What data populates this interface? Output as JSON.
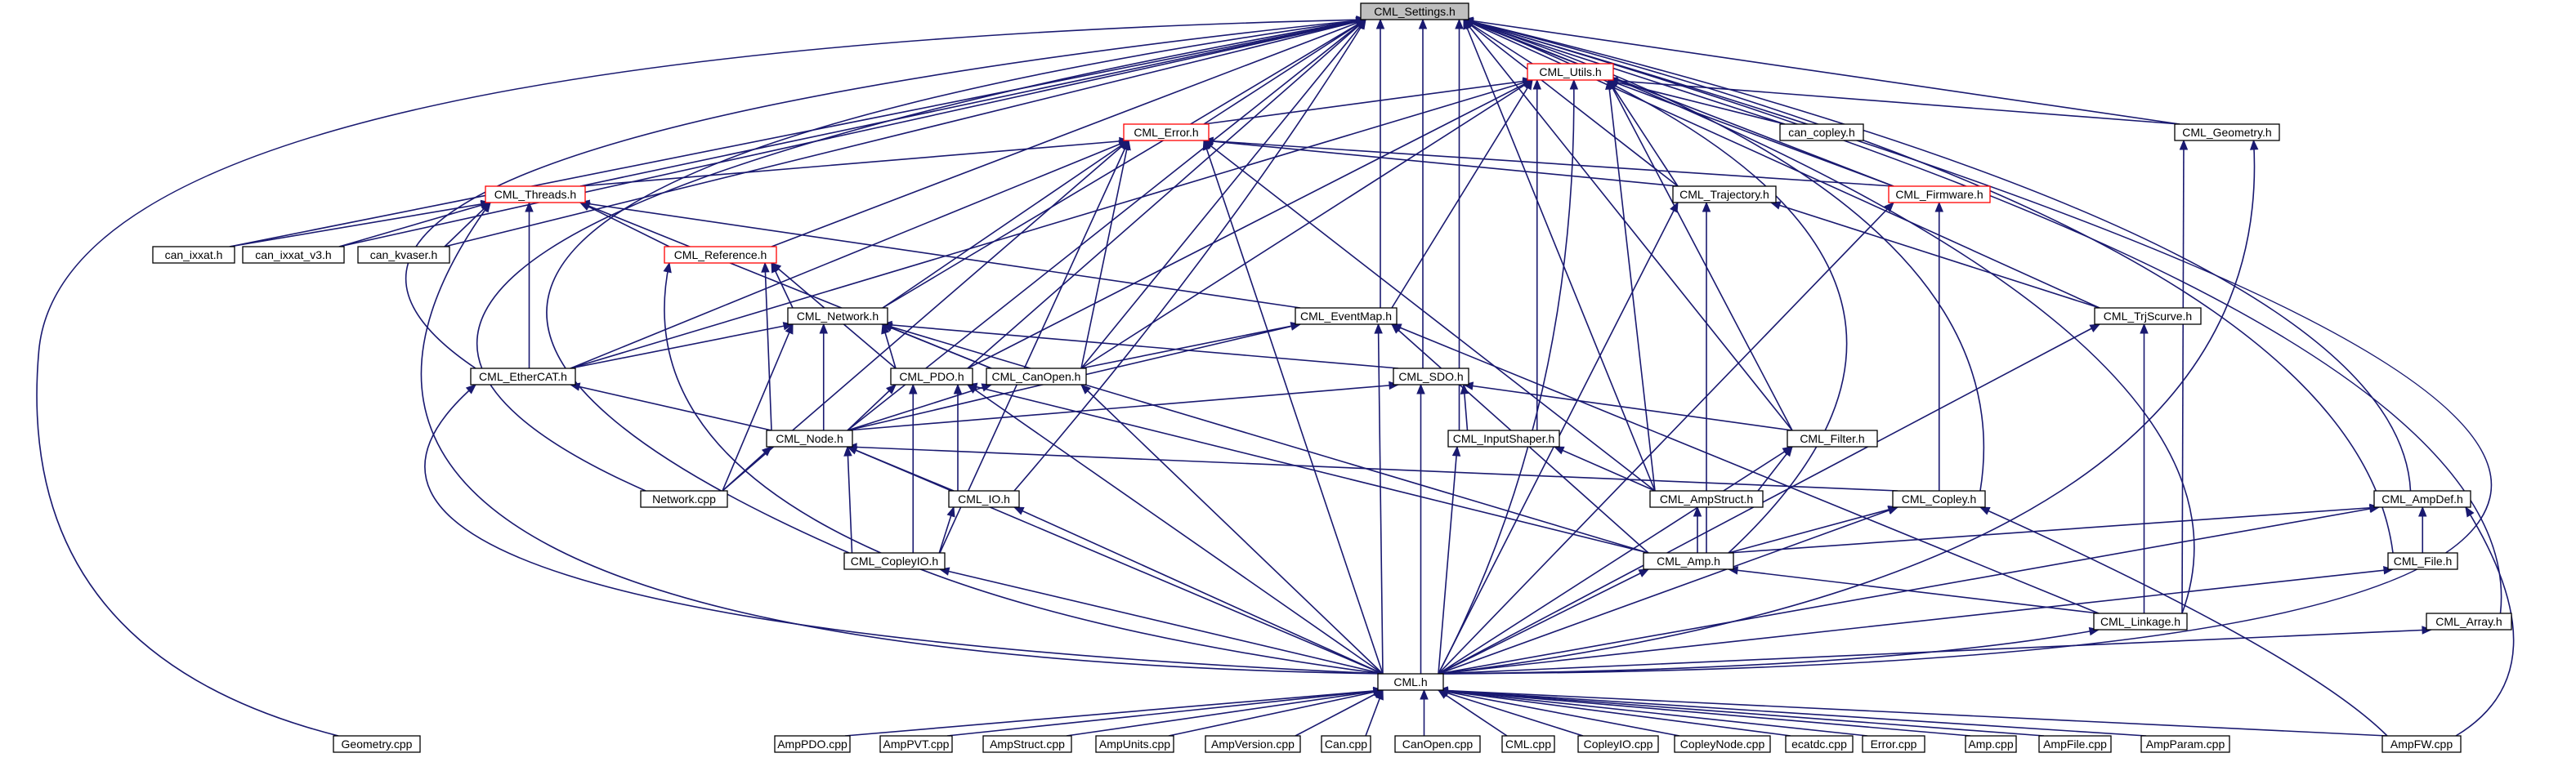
{
  "diagram": {
    "nodes": [
      {
        "id": "settings",
        "label": "CML_Settings.h",
        "style": "root"
      },
      {
        "id": "utils",
        "label": "CML_Utils.h",
        "style": "missing"
      },
      {
        "id": "error",
        "label": "CML_Error.h",
        "style": "missing"
      },
      {
        "id": "cancopley",
        "label": "can_copley.h",
        "style": "normal"
      },
      {
        "id": "geometry",
        "label": "CML_Geometry.h",
        "style": "normal"
      },
      {
        "id": "threads",
        "label": "CML_Threads.h",
        "style": "missing"
      },
      {
        "id": "trajectory",
        "label": "CML_Trajectory.h",
        "style": "normal"
      },
      {
        "id": "firmware",
        "label": "CML_Firmware.h",
        "style": "missing"
      },
      {
        "id": "canixxat",
        "label": "can_ixxat.h",
        "style": "normal"
      },
      {
        "id": "canixxatv3",
        "label": "can_ixxat_v3.h",
        "style": "normal"
      },
      {
        "id": "cankvaser",
        "label": "can_kvaser.h",
        "style": "normal"
      },
      {
        "id": "reference",
        "label": "CML_Reference.h",
        "style": "missing"
      },
      {
        "id": "network",
        "label": "CML_Network.h",
        "style": "normal"
      },
      {
        "id": "eventmap",
        "label": "CML_EventMap.h",
        "style": "normal"
      },
      {
        "id": "trjscurve",
        "label": "CML_TrjScurve.h",
        "style": "normal"
      },
      {
        "id": "ethercat",
        "label": "CML_EtherCAT.h",
        "style": "normal"
      },
      {
        "id": "pdo",
        "label": "CML_PDO.h",
        "style": "normal"
      },
      {
        "id": "canopen",
        "label": "CML_CanOpen.h",
        "style": "normal"
      },
      {
        "id": "sdo",
        "label": "CML_SDO.h",
        "style": "normal"
      },
      {
        "id": "node",
        "label": "CML_Node.h",
        "style": "normal"
      },
      {
        "id": "inputshaper",
        "label": "CML_InputShaper.h",
        "style": "normal"
      },
      {
        "id": "filter",
        "label": "CML_Filter.h",
        "style": "normal"
      },
      {
        "id": "networkcpp",
        "label": "Network.cpp",
        "style": "normal"
      },
      {
        "id": "io",
        "label": "CML_IO.h",
        "style": "normal"
      },
      {
        "id": "ampstruct",
        "label": "CML_AmpStruct.h",
        "style": "normal"
      },
      {
        "id": "copley",
        "label": "CML_Copley.h",
        "style": "normal"
      },
      {
        "id": "ampdef",
        "label": "CML_AmpDef.h",
        "style": "normal"
      },
      {
        "id": "copleyio",
        "label": "CML_CopleyIO.h",
        "style": "normal"
      },
      {
        "id": "amp",
        "label": "CML_Amp.h",
        "style": "normal"
      },
      {
        "id": "file",
        "label": "CML_File.h",
        "style": "normal"
      },
      {
        "id": "linkage",
        "label": "CML_Linkage.h",
        "style": "normal"
      },
      {
        "id": "array",
        "label": "CML_Array.h",
        "style": "normal"
      },
      {
        "id": "cml",
        "label": "CML.h",
        "style": "normal"
      },
      {
        "id": "geometrycpp",
        "label": "Geometry.cpp",
        "style": "normal"
      },
      {
        "id": "amppdocpp",
        "label": "AmpPDO.cpp",
        "style": "normal"
      },
      {
        "id": "amppvtcpp",
        "label": "AmpPVT.cpp",
        "style": "normal"
      },
      {
        "id": "ampstructcpp",
        "label": "AmpStruct.cpp",
        "style": "normal"
      },
      {
        "id": "ampunitscpp",
        "label": "AmpUnits.cpp",
        "style": "normal"
      },
      {
        "id": "ampversioncpp",
        "label": "AmpVersion.cpp",
        "style": "normal"
      },
      {
        "id": "cancpp",
        "label": "Can.cpp",
        "style": "normal"
      },
      {
        "id": "canopencpp",
        "label": "CanOpen.cpp",
        "style": "normal"
      },
      {
        "id": "cmlcpp",
        "label": "CML.cpp",
        "style": "normal"
      },
      {
        "id": "copleyiocpp",
        "label": "CopleyIO.cpp",
        "style": "normal"
      },
      {
        "id": "copleynodecpp",
        "label": "CopleyNode.cpp",
        "style": "normal"
      },
      {
        "id": "ecatdccpp",
        "label": "ecatdc.cpp",
        "style": "normal"
      },
      {
        "id": "errorcpp",
        "label": "Error.cpp",
        "style": "normal"
      },
      {
        "id": "ampcpp",
        "label": "Amp.cpp",
        "style": "normal"
      },
      {
        "id": "ampfilecpp",
        "label": "AmpFile.cpp",
        "style": "normal"
      },
      {
        "id": "ampparamcpp",
        "label": "AmpParam.cpp",
        "style": "normal"
      },
      {
        "id": "ampfwcpp",
        "label": "AmpFW.cpp",
        "style": "normal"
      }
    ],
    "edges": [
      [
        "utils",
        "settings"
      ],
      [
        "error",
        "settings"
      ],
      [
        "cancopley",
        "settings"
      ],
      [
        "geometry",
        "settings"
      ],
      [
        "threads",
        "settings"
      ],
      [
        "trajectory",
        "settings"
      ],
      [
        "firmware",
        "settings"
      ],
      [
        "canixxat",
        "settings"
      ],
      [
        "canixxatv3",
        "settings"
      ],
      [
        "cankvaser",
        "settings"
      ],
      [
        "reference",
        "settings"
      ],
      [
        "network",
        "settings"
      ],
      [
        "eventmap",
        "settings"
      ],
      [
        "trjscurve",
        "settings"
      ],
      [
        "ethercat",
        "settings"
      ],
      [
        "pdo",
        "settings"
      ],
      [
        "canopen",
        "settings"
      ],
      [
        "sdo",
        "settings"
      ],
      [
        "node",
        "settings"
      ],
      [
        "inputshaper",
        "settings"
      ],
      [
        "filter",
        "settings"
      ],
      [
        "networkcpp",
        "settings"
      ],
      [
        "io",
        "settings"
      ],
      [
        "ampstruct",
        "settings"
      ],
      [
        "copley",
        "settings"
      ],
      [
        "ampdef",
        "settings"
      ],
      [
        "copleyio",
        "settings"
      ],
      [
        "amp",
        "settings"
      ],
      [
        "file",
        "settings"
      ],
      [
        "linkage",
        "settings"
      ],
      [
        "array",
        "settings"
      ],
      [
        "cml",
        "settings"
      ],
      [
        "geometrycpp",
        "settings"
      ],
      [
        "error",
        "utils"
      ],
      [
        "cancopley",
        "utils"
      ],
      [
        "geometry",
        "utils"
      ],
      [
        "trajectory",
        "utils"
      ],
      [
        "firmware",
        "utils"
      ],
      [
        "eventmap",
        "utils"
      ],
      [
        "ethercat",
        "utils"
      ],
      [
        "pdo",
        "utils"
      ],
      [
        "canopen",
        "utils"
      ],
      [
        "inputshaper",
        "utils"
      ],
      [
        "filter",
        "utils"
      ],
      [
        "ampstruct",
        "utils"
      ],
      [
        "cml",
        "utils"
      ],
      [
        "threads",
        "error"
      ],
      [
        "trajectory",
        "error"
      ],
      [
        "firmware",
        "error"
      ],
      [
        "network",
        "error"
      ],
      [
        "ethercat",
        "error"
      ],
      [
        "canopen",
        "error"
      ],
      [
        "networkcpp",
        "error"
      ],
      [
        "copleyio",
        "error"
      ],
      [
        "ampstruct",
        "error"
      ],
      [
        "cml",
        "error"
      ],
      [
        "canixxat",
        "threads"
      ],
      [
        "canixxatv3",
        "threads"
      ],
      [
        "cankvaser",
        "threads"
      ],
      [
        "reference",
        "threads"
      ],
      [
        "eventmap",
        "threads"
      ],
      [
        "ethercat",
        "threads"
      ],
      [
        "canopen",
        "threads"
      ],
      [
        "cml",
        "threads"
      ],
      [
        "trjscurve",
        "trajectory"
      ],
      [
        "amp",
        "trajectory"
      ],
      [
        "cml",
        "trajectory"
      ],
      [
        "copley",
        "firmware"
      ],
      [
        "cml",
        "firmware"
      ],
      [
        "linkage",
        "geometry"
      ],
      [
        "cml",
        "geometry"
      ],
      [
        "network",
        "reference"
      ],
      [
        "node",
        "reference"
      ],
      [
        "pdo",
        "reference"
      ],
      [
        "cml",
        "reference"
      ],
      [
        "ethercat",
        "network"
      ],
      [
        "pdo",
        "network"
      ],
      [
        "canopen",
        "network"
      ],
      [
        "sdo",
        "network"
      ],
      [
        "node",
        "network"
      ],
      [
        "networkcpp",
        "network"
      ],
      [
        "amp",
        "network"
      ],
      [
        "canopen",
        "eventmap"
      ],
      [
        "node",
        "eventmap"
      ],
      [
        "amp",
        "eventmap"
      ],
      [
        "linkage",
        "eventmap"
      ],
      [
        "cml",
        "eventmap"
      ],
      [
        "linkage",
        "trjscurve"
      ],
      [
        "cml",
        "trjscurve"
      ],
      [
        "node",
        "ethercat"
      ],
      [
        "cml",
        "ethercat"
      ],
      [
        "node",
        "pdo"
      ],
      [
        "io",
        "pdo"
      ],
      [
        "copleyio",
        "pdo"
      ],
      [
        "amp",
        "pdo"
      ],
      [
        "cml",
        "pdo"
      ],
      [
        "node",
        "canopen"
      ],
      [
        "cml",
        "canopen"
      ],
      [
        "node",
        "sdo"
      ],
      [
        "inputshaper",
        "sdo"
      ],
      [
        "filter",
        "sdo"
      ],
      [
        "cml",
        "sdo"
      ],
      [
        "networkcpp",
        "node"
      ],
      [
        "io",
        "node"
      ],
      [
        "copleyio",
        "node"
      ],
      [
        "copley",
        "node"
      ],
      [
        "cml",
        "node"
      ],
      [
        "ampstruct",
        "inputshaper"
      ],
      [
        "cml",
        "inputshaper"
      ],
      [
        "ampstruct",
        "filter"
      ],
      [
        "cml",
        "filter"
      ],
      [
        "copleyio",
        "io"
      ],
      [
        "cml",
        "io"
      ],
      [
        "amp",
        "ampstruct"
      ],
      [
        "amp",
        "copley"
      ],
      [
        "cml",
        "copley"
      ],
      [
        "ampfwcpp",
        "copley"
      ],
      [
        "amp",
        "ampdef"
      ],
      [
        "file",
        "ampdef"
      ],
      [
        "cml",
        "ampdef"
      ],
      [
        "ampfwcpp",
        "ampdef"
      ],
      [
        "cml",
        "copleyio"
      ],
      [
        "linkage",
        "amp"
      ],
      [
        "cml",
        "amp"
      ],
      [
        "cml",
        "file"
      ],
      [
        "cml",
        "linkage"
      ],
      [
        "cml",
        "array"
      ],
      [
        "amppdocpp",
        "cml"
      ],
      [
        "amppvtcpp",
        "cml"
      ],
      [
        "ampstructcpp",
        "cml"
      ],
      [
        "ampunitscpp",
        "cml"
      ],
      [
        "ampversioncpp",
        "cml"
      ],
      [
        "cancpp",
        "cml"
      ],
      [
        "canopencpp",
        "cml"
      ],
      [
        "cmlcpp",
        "cml"
      ],
      [
        "copleyiocpp",
        "cml"
      ],
      [
        "copleynodecpp",
        "cml"
      ],
      [
        "ecatdccpp",
        "cml"
      ],
      [
        "errorcpp",
        "cml"
      ],
      [
        "ampcpp",
        "cml"
      ],
      [
        "ampfilecpp",
        "cml"
      ],
      [
        "ampparamcpp",
        "cml"
      ],
      [
        "ampfwcpp",
        "cml"
      ]
    ]
  }
}
